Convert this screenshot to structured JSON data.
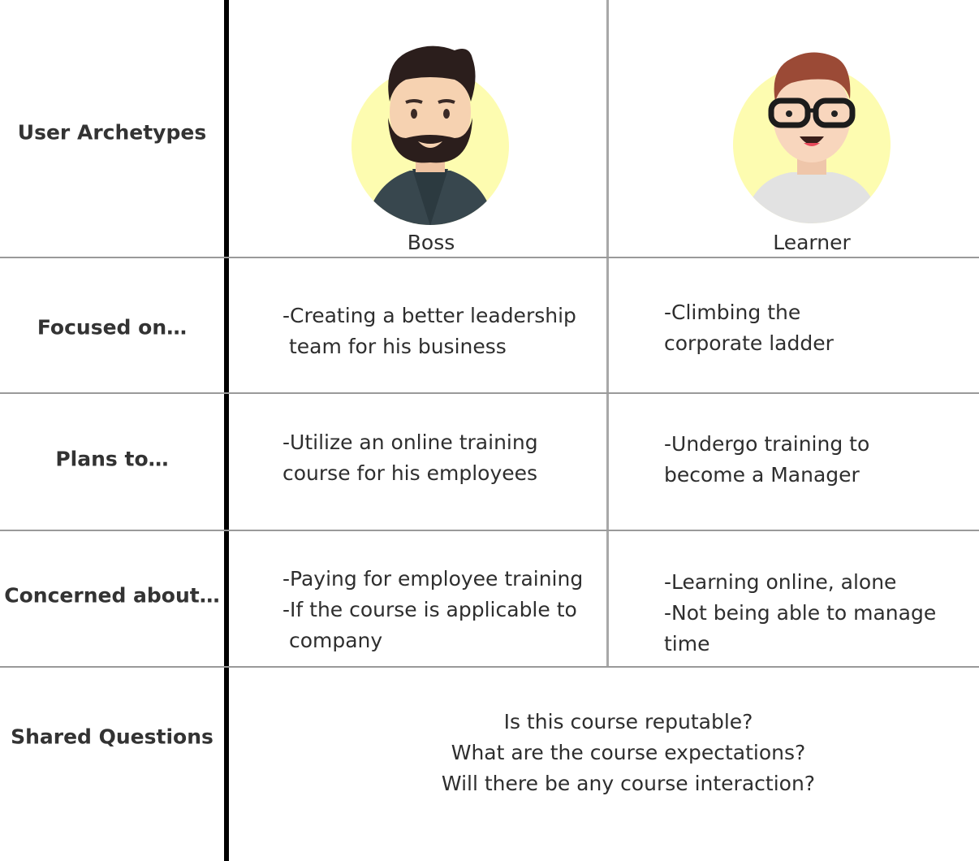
{
  "labels": {
    "archetypes": "User Archetypes",
    "focused": "Focused on…",
    "plans": "Plans to…",
    "concerned": "Concerned about…",
    "shared": "Shared Questions"
  },
  "personas": {
    "boss": {
      "name": "Boss",
      "focused": "-Creating a better leadership\n team for his business",
      "plans": "-Utilize an online training\ncourse for his employees",
      "concerned": "-Paying for employee training\n-If the course is applicable to\n company"
    },
    "learner": {
      "name": "Learner",
      "focused": "-Climbing the\ncorporate ladder",
      "plans": "-Undergo training to\nbecome a Manager",
      "concerned": "-Learning online, alone\n-Not being able to manage\ntime"
    }
  },
  "shared_questions": [
    "Is this course reputable?",
    "What are the course expectations?",
    "Will there be any course interaction?"
  ],
  "colors": {
    "avatar_bg": "#fdfcb0",
    "boss_hair": "#2b1e1c",
    "boss_skin": "#f6d2b1",
    "boss_jacket": "#38474e",
    "learner_hair": "#9b4a36",
    "learner_skin": "#f8d6bd",
    "learner_shirt": "#e2e2e2"
  }
}
